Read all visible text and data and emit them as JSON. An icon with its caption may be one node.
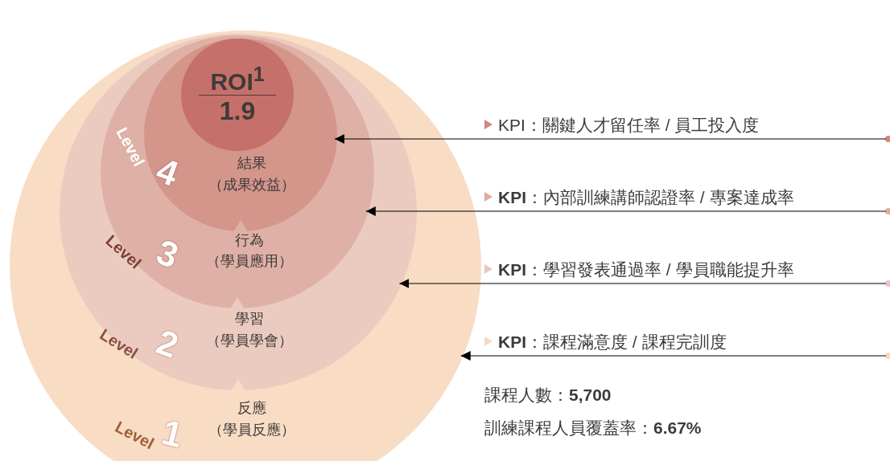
{
  "diagram": {
    "nodes": [
      {
        "text": [
          "Level",
          "1",
          "反應",
          "（學員反應）"
        ]
      },
      {
        "text": [
          "Level",
          "2",
          "學習",
          "（學員學會）"
        ],
        "in": 0
      },
      {
        "text": [
          "Level",
          "3",
          "行為",
          "（學員應用）"
        ],
        "in": 1
      },
      {
        "text": [
          "Level",
          "4",
          "結果",
          "（成果效益）"
        ],
        "in": 2
      },
      {
        "text": [
          "ROI$^{1}$",
          "1.9"
        ],
        "in": 3
      },
      {
        "text": [],
        "shape": "circle"
      },
      {
        "text": [],
        "shape": "circle"
      },
      {
        "text": [],
        "shape": "circle"
      },
      {
        "text": [],
        "shape": "circle"
      }
    ],
    "edges": [
      {
        "from": 5,
        "to": 3,
        "arrow": "to",
        "label": "KPI：關鍵人才留任率 / 員工投入度"
      },
      {
        "from": 6,
        "to": 2,
        "arrow": "to",
        "label": "**KPI**：內部訓練講師認證率 / 專案達成率"
      },
      {
        "from": 7,
        "to": 1,
        "arrow": "to",
        "label": "**KPI**：學習發表通過率 / 學員職能提升率"
      },
      {
        "from": 8,
        "to": 0,
        "arrow": "to",
        "label": "**KPI**：課程滿意度 / 課程完訓度"
      }
    ],
    "labels": [
      "課程人數：**5,700**",
      "訓練課程人員覆蓋率：**6.67%**"
    ]
  }
}
